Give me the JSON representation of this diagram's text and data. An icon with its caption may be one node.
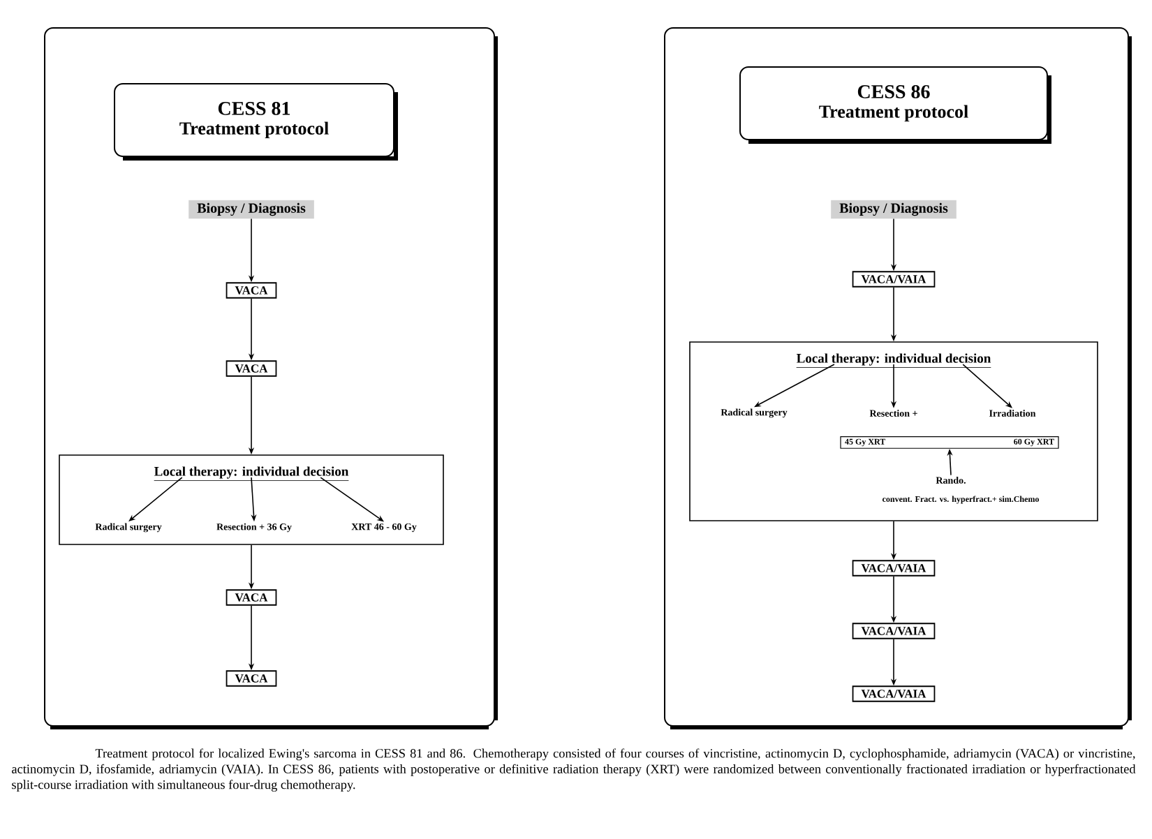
{
  "diagram": {
    "caption": "Treatment protocol for localized Ewing's sarcoma in CESS 81 and 86. Chemotherapy consisted of four courses of vincristine, actinomycin D, cyclophosphamide, adriamycin (VACA) or vincristine, actinomycin D, ifosfamide, adriamycin (VAIA). In CESS 86, patients with postoperative or definitive radiation therapy (XRT) were randomized between conventionally fractionated irradiation or hyperfractionated split-course irradiation with simultaneous four-drug chemotherapy.",
    "nodes": [
      {
        "text": [],
        "shape": "box"
      },
      {
        "text": [
          "CESS 81",
          "Treatment protocol"
        ],
        "in": 0
      },
      {
        "text": [
          "Biopsy / Diagnosis"
        ],
        "in": 0
      },
      {
        "text": [
          "VACA"
        ],
        "in": 0
      },
      {
        "text": [
          "VACA"
        ],
        "in": 0
      },
      {
        "text": [
          "Local therapy: individual decision"
        ],
        "in": 0
      },
      {
        "text": [
          "Radical surgery"
        ],
        "in": 5
      },
      {
        "text": [
          "Resection + 36 Gy"
        ],
        "in": 5
      },
      {
        "text": [
          "XRT 46 - 60 Gy"
        ],
        "in": 5
      },
      {
        "text": [
          "VACA"
        ],
        "in": 0
      },
      {
        "text": [
          "VACA"
        ],
        "in": 0
      },
      {
        "text": [],
        "shape": "box"
      },
      {
        "text": [
          "CESS 86",
          "Treatment protocol"
        ],
        "in": 11
      },
      {
        "text": [
          "Biopsy / Diagnosis"
        ],
        "in": 11
      },
      {
        "text": [
          "VACA/VAIA"
        ],
        "in": 11
      },
      {
        "text": [
          "Local therapy: individual decision"
        ],
        "in": 11
      },
      {
        "text": [
          "Radical surgery"
        ],
        "in": 15
      },
      {
        "text": [
          "Resection +"
        ],
        "in": 15
      },
      {
        "text": [
          "Irradiation"
        ],
        "in": 15
      },
      {
        "text": [
          "45 Gy XRT",
          "60 Gy XRT"
        ],
        "in": 15
      },
      {
        "text": [
          "Rando."
        ],
        "in": 15
      },
      {
        "text": [
          "VACA/VAIA"
        ],
        "in": 11
      },
      {
        "text": [
          "VACA/VAIA"
        ],
        "in": 11
      },
      {
        "text": [
          "VACA/VAIA"
        ],
        "in": 11
      }
    ],
    "edges": [
      {
        "from": 2,
        "to": 3,
        "arrow": "to"
      },
      {
        "from": 3,
        "to": 4,
        "arrow": "to"
      },
      {
        "from": 4,
        "to": 5,
        "arrow": "to"
      },
      {
        "from": 5,
        "to": 6,
        "arrow": "to"
      },
      {
        "from": 5,
        "to": 7,
        "arrow": "to"
      },
      {
        "from": 5,
        "to": 8,
        "arrow": "to"
      },
      {
        "from": 5,
        "to": 9,
        "arrow": "to"
      },
      {
        "from": 9,
        "to": 10,
        "arrow": "to"
      },
      {
        "from": 13,
        "to": 14,
        "arrow": "to"
      },
      {
        "from": 14,
        "to": 15,
        "arrow": "to"
      },
      {
        "from": 15,
        "to": 16,
        "arrow": "to"
      },
      {
        "from": 15,
        "to": 17,
        "arrow": "to"
      },
      {
        "from": 15,
        "to": 18,
        "arrow": "to"
      },
      {
        "from": 20,
        "to": 19,
        "arrow": "to"
      },
      {
        "from": 15,
        "to": 21,
        "arrow": "to"
      },
      {
        "from": 21,
        "to": 22,
        "arrow": "to"
      },
      {
        "from": 22,
        "to": 23,
        "arrow": "to"
      }
    ],
    "labels": [
      "convent. Fract. vs. hyperfract.+ sim.Chemo"
    ]
  }
}
